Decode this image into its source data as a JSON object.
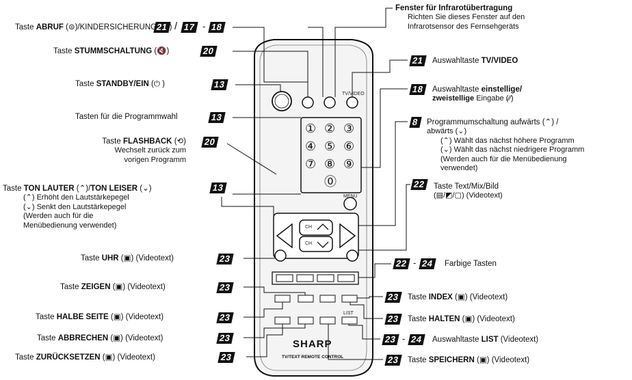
{
  "remote": {
    "brand": "SHARP",
    "model_text": "TV/TEXT REMOTE CONTROL",
    "numpad": [
      "①",
      "②",
      "③",
      "④",
      "⑤",
      "⑥",
      "⑦",
      "⑧",
      "⑨",
      "⓪"
    ],
    "small_labels": {
      "menu": "MENU",
      "list": "LIST",
      "tvvideo": "TV/VIDEO",
      "ch_up": "CH",
      "ch_down": "CH"
    }
  },
  "left": {
    "abruf": {
      "pre": "Taste ",
      "bold": "ABRUF",
      "post": " (⊜)/KINDERSICHERUNG (⊶)"
    },
    "stumm": {
      "pre": "Taste ",
      "bold": "STUMMSCHALTUNG",
      "post": " (🔇)"
    },
    "standby": {
      "pre": "Taste ",
      "bold": "STANDBY/EIN",
      "post": " (⏻ )"
    },
    "progwahl": "Tasten für die Programmwahl",
    "flashback": {
      "pre": "Taste ",
      "bold": "FLASHBACK",
      "post": " (⟲)",
      "sub1": "Wechselt zurück zum",
      "sub2": "vorigen Programm"
    },
    "ton": {
      "pre": "Taste ",
      "bold": "TON LAUTER",
      "mid": " (⌃)/",
      "bold2": "TON LEISER",
      "post": " (⌄)",
      "sub1": "(⌃) Erhöht den Lautstärkepegel",
      "sub2": "(⌄) Senkt den Lautstärkepegel",
      "sub3": "(Werden auch für die",
      "sub4": "Menübedienung verwendet)"
    },
    "uhr": {
      "pre": "Taste ",
      "bold": "UHR",
      "post": " (▣) (Videotext)"
    },
    "zeigen": {
      "pre": "Taste ",
      "bold": "ZEIGEN",
      "post": " (▣) (Videotext)"
    },
    "halbe": {
      "pre": "Taste ",
      "bold": "HALBE SEITE",
      "post": " (▣) (Videotext)"
    },
    "abbrechen": {
      "pre": "Taste ",
      "bold": "ABBRECHEN",
      "post": " (▣) (Videotext)"
    },
    "zurueck": {
      "pre": "Taste ",
      "bold": "ZURÜCKSETZEN",
      "post": " (▣) (Videotext)"
    }
  },
  "right": {
    "fenster": {
      "title": "Fenster für Infrarotübertragung",
      "sub1": "Richten Sie dieses Fenster auf den",
      "sub2": "Infrarotsensor des Fernsehgeräts"
    },
    "tvvideo": {
      "pre": "Auswahltaste ",
      "bold": "TV/VIDEO"
    },
    "einstellig": {
      "pre": "Auswahltaste ",
      "bold": "einstellige/",
      "bold2": "zweistellige",
      "post": " Eingabe (⁄⁄)"
    },
    "prog": {
      "l1": "Programmumschaltung aufwärts (⌃) /",
      "l2": "abwärts (⌄)",
      "l3": "(⌃) Wählt das nächst höhere Programm",
      "l4": "(⌄) Wählt das nächst niedrigere Programm",
      "l5": "(Werden auch für die Menübedienung",
      "l6": "verwendet)"
    },
    "text": {
      "l1": "Taste Text/Mix/Bild",
      "l2": "(▤/◩/▢) (Videotext)"
    },
    "farbig": "Farbige Tasten",
    "index": {
      "pre": "Taste ",
      "bold": "INDEX",
      "post": " (▣) (Videotext)"
    },
    "halten": {
      "pre": "Taste ",
      "bold": "HALTEN",
      "post": " (▣) (Videotext)"
    },
    "list": {
      "pre": "Auswahltaste ",
      "bold": "LIST",
      "post": " (Videotext)"
    },
    "speichern": {
      "pre": "Taste ",
      "bold": "SPEICHERN",
      "post": " (▣) (Videotext)"
    }
  },
  "badges": {
    "b21a": "21",
    "slash": "/",
    "b17": "17",
    "dash1": "-",
    "b18a": "18",
    "b20a": "20",
    "b13a": "13",
    "b13b": "13",
    "b20b": "20",
    "b13c": "13",
    "b23a": "23",
    "b23b": "23",
    "b23c": "23",
    "b23d": "23",
    "b23e": "23",
    "b21b": "21",
    "b18b": "18",
    "b8": "8",
    "b22a": "22",
    "b22b": "22",
    "dash2": "-",
    "b24a": "24",
    "b23f": "23",
    "b23g": "23",
    "b23h": "23",
    "dash3": "-",
    "b24b": "24",
    "b23i": "23"
  }
}
